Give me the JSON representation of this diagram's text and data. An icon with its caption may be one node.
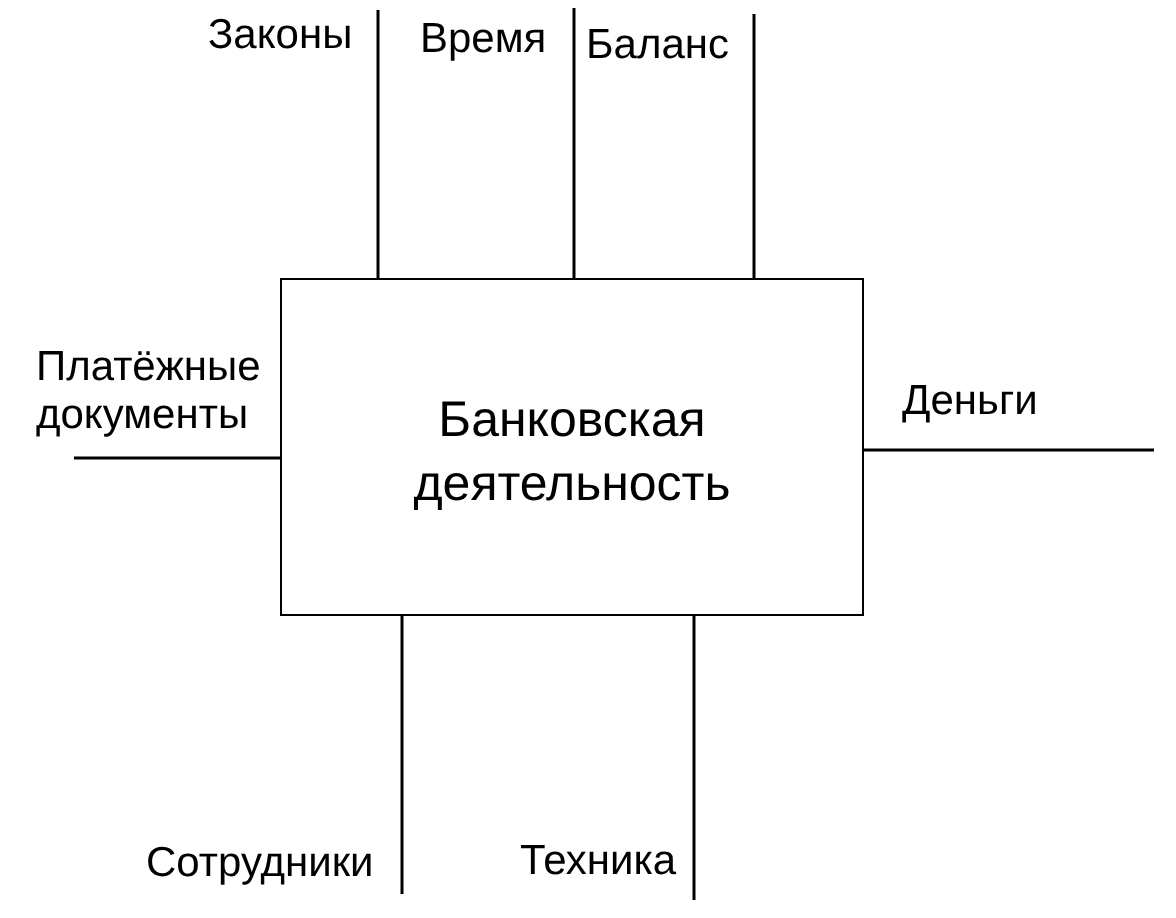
{
  "diagram": {
    "nodes": [
      {
        "text": [
          "Законы"
        ]
      },
      {
        "text": [
          "Время"
        ]
      },
      {
        "text": [
          "Баланс"
        ]
      },
      {
        "text": [
          "Платёжные документы"
        ]
      },
      {
        "text": [
          "Банковская деятельность"
        ]
      },
      {
        "text": [
          "Деньги"
        ]
      },
      {
        "text": [
          "Сотрудники"
        ]
      },
      {
        "text": [
          "Техника"
        ]
      }
    ],
    "edges": [
      {
        "from": 0,
        "to": 4,
        "arrow": "none"
      },
      {
        "from": 1,
        "to": 4,
        "arrow": "none"
      },
      {
        "from": 2,
        "to": 4,
        "arrow": "none"
      },
      {
        "from": 3,
        "to": 4,
        "arrow": "none"
      },
      {
        "from": 4,
        "to": 5,
        "arrow": "none"
      },
      {
        "from": 6,
        "to": 4,
        "arrow": "none"
      },
      {
        "from": 7,
        "to": 4,
        "arrow": "none"
      }
    ]
  }
}
